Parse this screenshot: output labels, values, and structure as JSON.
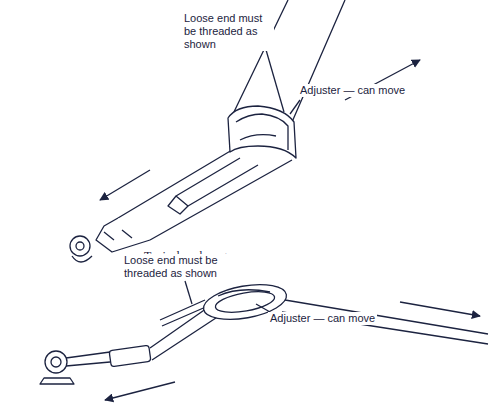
{
  "diagram": {
    "labels": [
      "Loose end must be threaded as shown",
      "Adjuster — can move",
      "Typical anchorage",
      "Loose end must be threaded as shown",
      "Adjuster — can move"
    ]
  }
}
